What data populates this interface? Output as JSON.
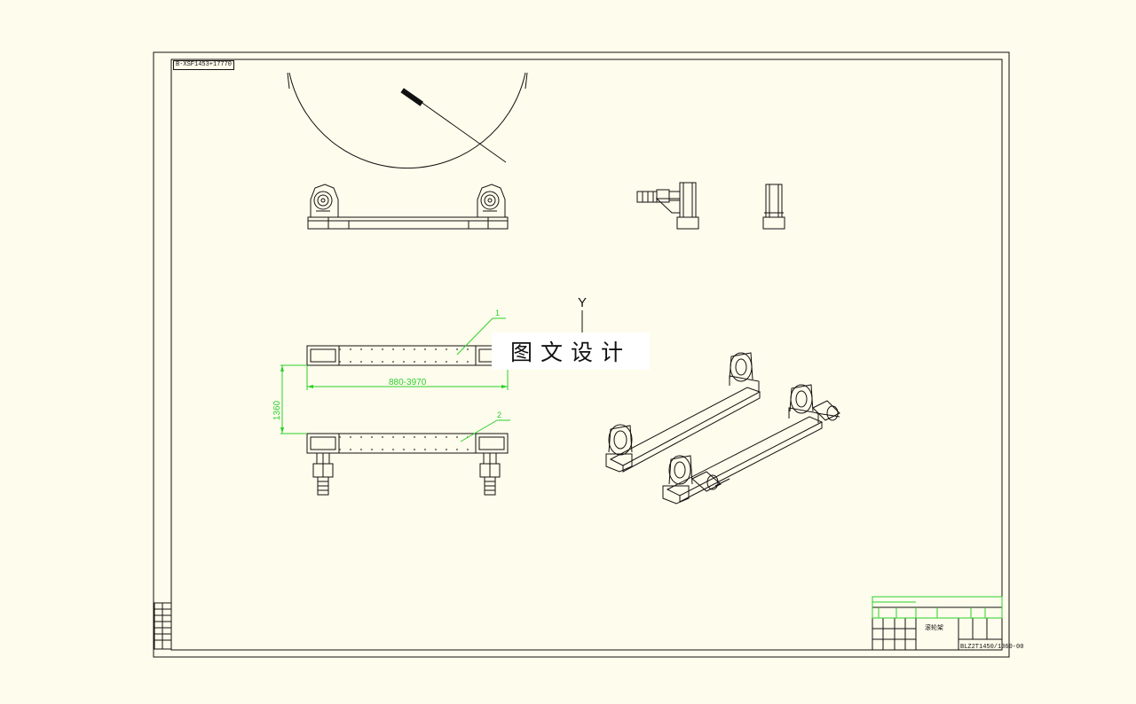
{
  "drawing": {
    "code_label": "B-XSF1453+17770",
    "axis_label": "Y",
    "watermark": "图文设计",
    "dimensions": {
      "length": "880-3970",
      "spacing": "1360"
    },
    "part_numbers": [
      "1",
      "2"
    ],
    "title_block": {
      "drawing_number": "BLZ2T1450/1360-00",
      "title": "滚轮架"
    }
  },
  "colors": {
    "background": "#fefcec",
    "line": "#111111",
    "dimension": "#2bd12b"
  }
}
